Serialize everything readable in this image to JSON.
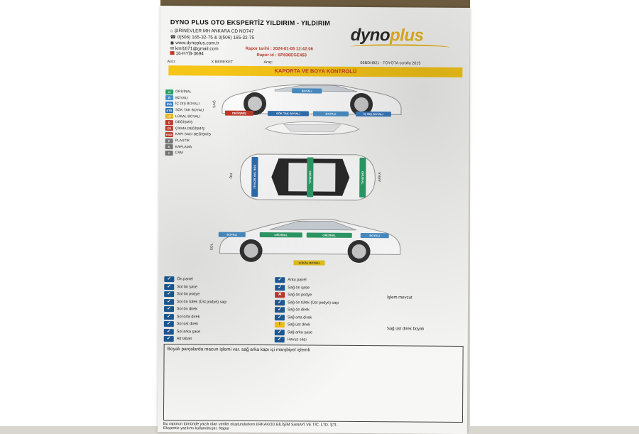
{
  "header": {
    "title": "DYNO PLUS OTO EKSPERTİZ YILDIRIM - YILDIRIM",
    "address": "ŞİRİNEVLER MH ANKARA CD NO747",
    "phone": "0(506) 165-32-75 & 0(506) 165-32-75",
    "website": "www.dynoplus.com.tr",
    "email": "kml1671@gmail.com",
    "plate": "16-HYB-3694"
  },
  "logo": {
    "part1": "dyno",
    "part2": "plus"
  },
  "report": {
    "date_label": "Rapor tarihi : 2024-01-05 12:42:06",
    "id_label": "Rapor id : SP836EGE453"
  },
  "meta": {
    "buyer_label": "Alıcı:",
    "buyer_value": "X BEREKET",
    "vehicle_label": "Araç:",
    "vehicle_value": "06BDH821 - TOYOTA corolla 2015"
  },
  "banner": "KAPORTA VE BOYA KONTROLÜ",
  "legend": [
    {
      "code": "O",
      "label": "ORİJİNAL",
      "color": "#2e9e6a"
    },
    {
      "code": "B",
      "label": "BOYALI",
      "color": "#4a90c8"
    },
    {
      "code": "İDB",
      "label": "İÇ DIŞ BOYALI",
      "color": "#3a7bbf"
    },
    {
      "code": "STB",
      "label": "SÖK TAK BOYALI",
      "color": "#2f6fb0"
    },
    {
      "code": "LB",
      "label": "LOKAL BOYALI",
      "color": "#e9b51c"
    },
    {
      "code": "D",
      "label": "DEĞİŞMİŞ",
      "color": "#c0392b"
    },
    {
      "code": "ÇD",
      "label": "ÇIKMA DEĞİŞMİŞ",
      "color": "#c0392b"
    },
    {
      "code": "KSD",
      "label": "KAPI SACI DEĞİŞMİŞ",
      "color": "#c0392b"
    },
    {
      "code": "P",
      "label": "PLASTİK",
      "color": "#777777"
    },
    {
      "code": "K",
      "label": "KAPLAMA",
      "color": "#777777"
    },
    {
      "code": "C",
      "label": "CAM",
      "color": "#777777"
    }
  ],
  "car_tags": {
    "right_side": {
      "label": "SAĞ",
      "roof": "BOYALI",
      "front_door": "İÇ DIŞ BOYALI",
      "rear_door": "BOYALI",
      "rear_fender": "SÖK TAK BOYALI",
      "front_fender": "DEĞİŞMİŞ"
    },
    "top_view": {
      "left_label": "ÖN",
      "right_label": "ARKA",
      "hood": "SÖK TAK BOYALI",
      "roof": "ORİJİNAL",
      "trunk": "ORİJİNAL"
    },
    "left_side": {
      "label": "SOL",
      "front_fender": "BOYALI",
      "front_door": "ORİJİNAL",
      "rear_door": "ORİJİNAL",
      "rear_fender": "BOYALI",
      "sill": "LOKAL BOYALI"
    }
  },
  "checklist_left": [
    {
      "label": "Ön panel",
      "status": "ok"
    },
    {
      "label": "Sol ön şase",
      "status": "ok"
    },
    {
      "label": "Sol ön podye",
      "status": "ok"
    },
    {
      "label": "Sol ön tüfek (Üst podye) saçı",
      "status": "ok"
    },
    {
      "label": "Sol ön direk",
      "status": "ok"
    },
    {
      "label": "Sol orta direk",
      "status": "ok"
    },
    {
      "label": "Sol üst direk",
      "status": "ok"
    },
    {
      "label": "Sol arka şase",
      "status": "ok"
    },
    {
      "label": "Alt taban",
      "status": "ok"
    }
  ],
  "checklist_right": [
    {
      "label": "Arka panel",
      "status": "ok"
    },
    {
      "label": "Sağ ön şase",
      "status": "ok"
    },
    {
      "label": "Sağ ön podye",
      "status": "bad"
    },
    {
      "label": "Sağ ön tüfek (Üst podye) saçı",
      "status": "ok"
    },
    {
      "label": "Sağ ön direk",
      "status": "ok"
    },
    {
      "label": "Sağ orta direk",
      "status": "ok"
    },
    {
      "label": "Sağ üst direk",
      "status": "warn"
    },
    {
      "label": "Sağ arka şase",
      "status": "ok"
    },
    {
      "label": "Havuz saçı",
      "status": "ok"
    }
  ],
  "notes": {
    "podye_note": "İşlem mevcut",
    "direk_note": "Sağ üst direk boyalı"
  },
  "comment": "Boyalı parçalarda macun işlemi var. sağ arka kapı içi marşbiyel işlemli",
  "footer": {
    "line1": "Bu raporun tümünde yazılı olan veriler oluşturulurken ERKAKOD BİLİŞİM SANAYİ VE TİC. LTD. ŞTİ.",
    "line2": "Ekspertiz yazılımı kullanılmıştır. Rapor"
  },
  "icons": {
    "check": "✓",
    "cross": "✕",
    "warn": "!"
  }
}
